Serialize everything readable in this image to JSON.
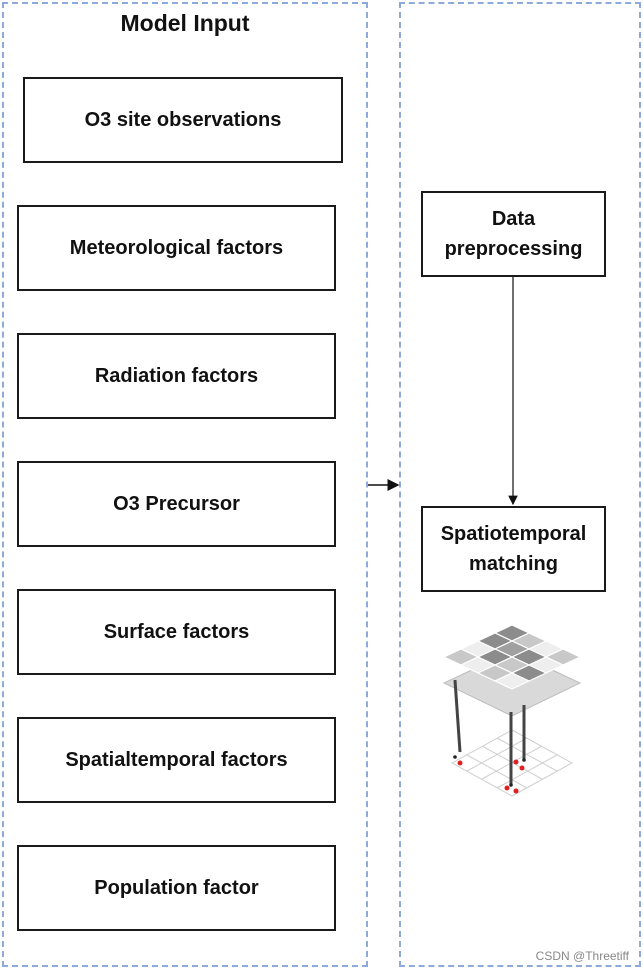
{
  "left_panel": {
    "title": "Model Input",
    "inputs": [
      "O3 site observations",
      "Meteorological factors",
      "Radiation factors",
      "O3 Precursor",
      "Surface factors",
      "Spatialtemporal factors",
      "Population  factor"
    ]
  },
  "right_panel": {
    "step1": "Data preprocessing",
    "step2": "Spatiotemporal matching"
  },
  "watermark": "CSDN @Threetiff",
  "colors": {
    "panel_border": "#8eaadb",
    "box_border": "#1a1a1a",
    "grid_dark": "#8c8c8c",
    "grid_mid": "#c8c8c8",
    "grid_light": "#eeeeee",
    "marker_red": "#e02020"
  }
}
